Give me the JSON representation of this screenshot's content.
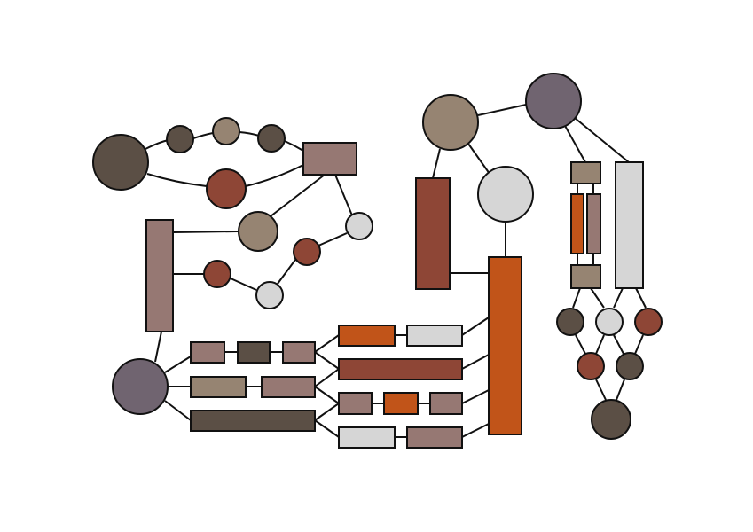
{
  "palette": {
    "dark_brown": "#5b4f45",
    "taupe": "#968472",
    "mauve": "#967873",
    "rust": "#8e4636",
    "orange": "#c15419",
    "light_gray": "#d6d6d6",
    "slate_purple": "#706470",
    "outline": "#111111"
  },
  "diagram": {
    "type": "abstract node-link diagram",
    "labels": "none",
    "node_count": 46,
    "edge_count": 51
  }
}
